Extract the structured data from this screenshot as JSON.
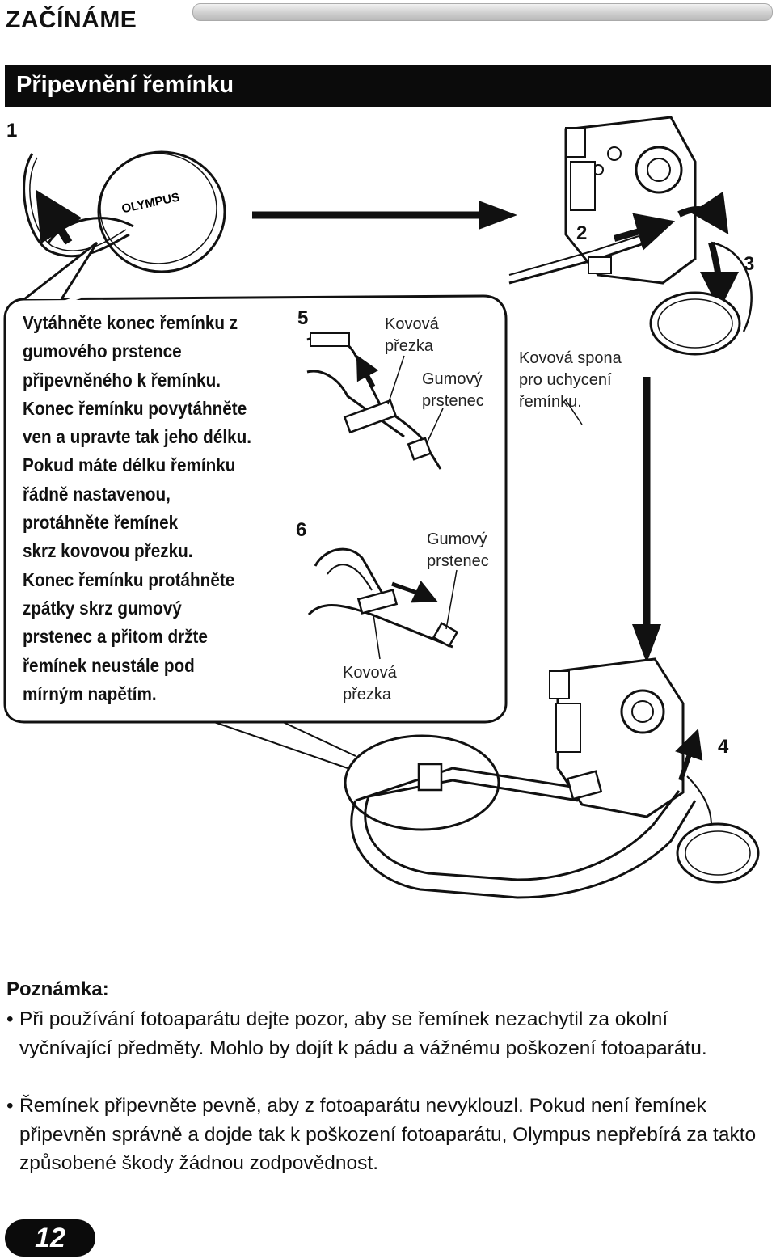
{
  "header": {
    "chapter": "ZAČÍNÁME",
    "section": "Připevnění řemínku"
  },
  "steps": {
    "s1": "1",
    "s2": "2",
    "s3": "3",
    "s4": "4",
    "s5": "5",
    "s6": "6"
  },
  "instructions": {
    "lines": [
      "Vytáhněte konec řemínku z",
      "gumového prstence",
      "připevněného k řemínku.",
      "Konec řemínku povytáhněte",
      "ven a upravte tak jeho délku.",
      "Pokud máte délku řemínku",
      "řádně nastavenou,",
      "protáhněte řemínek",
      "skrz kovovou přezku.",
      "Konec řemínku protáhněte",
      "zpátky skrz gumový",
      "prstenec a přitom držte",
      "řemínek neustále pod",
      "mírným napětím."
    ]
  },
  "labels": {
    "buckle_top_1": "Kovová",
    "buckle_top_2": "přezka",
    "ring_top_1": "Gumový",
    "ring_top_2": "prstenec",
    "ring_mid_1": "Gumový",
    "ring_mid_2": "prstenec",
    "buckle_bot_1": "Kovová",
    "buckle_bot_2": "přezka",
    "clip_1": "Kovová spona",
    "clip_2": "pro uchycení",
    "clip_3": "řemínku.",
    "lens_cap_logo": "OLYMPUS"
  },
  "note": {
    "title": "Poznámka:",
    "bullet_char": "•",
    "items": [
      "Při používání fotoaparátu dejte pozor, aby se řemínek nezachytil za okolní vyčnívající předměty. Mohlo by dojít k pádu a vážnému poškození fotoaparátu.",
      "Řemínek připevněte pevně, aby z fotoaparátu nevyklouzl. Pokud není řemínek připevněn správně a dojde tak k poškození fotoaparátu, Olympus nepřebírá za takto způsobené škody žádnou zodpovědnost."
    ]
  },
  "footer": {
    "page_number": "12"
  }
}
